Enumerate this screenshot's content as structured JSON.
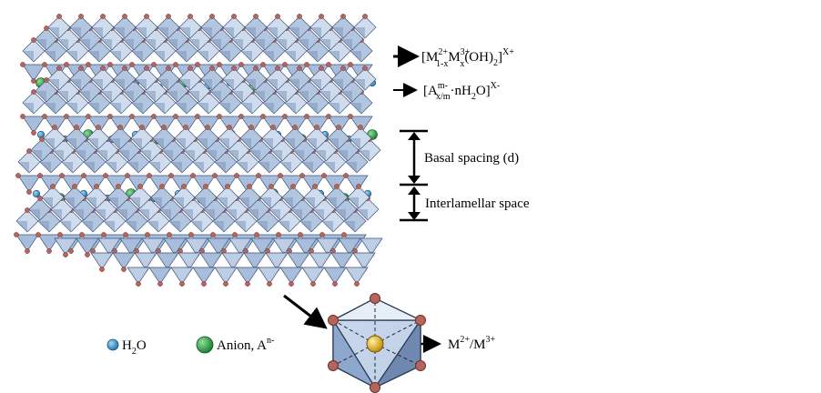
{
  "labels": {
    "layer_formula": {
      "a": "[M",
      "a_sup": "2+",
      "a_sub": "1-x",
      "b": "M",
      "b_sup": "3+",
      "b_sub": "x",
      "c": "(OH)",
      "c_sub": "2",
      "d": "]",
      "d_sup": "X+"
    },
    "interlayer_formula": {
      "a": "[A",
      "a_sup": "m-",
      "a_sub": "x/m",
      "b": "·nH",
      "b_sub": "2",
      "c": "O]",
      "c_sup": "X-"
    },
    "basal_spacing": "Basal spacing (d)",
    "interlamellar_space": "Interlamellar space",
    "metal_ions": {
      "a": "M",
      "a_sup": "2+",
      "b": "/M",
      "b_sup": "3+"
    }
  },
  "legend": {
    "water": {
      "a": "H",
      "a_sub": "2",
      "b": "O"
    },
    "anion": {
      "a": "Anion, A",
      "a_sup": "n-"
    }
  },
  "colors": {
    "octahedron_face": "#b3c6e0",
    "octahedron_dark": "#7f97bd",
    "octahedron_edge": "#3f5478",
    "oxygen_vertex": "#b5655c",
    "water": "#3d9fd8",
    "anion": "#2fa84a",
    "metal": "#e2ae18"
  }
}
